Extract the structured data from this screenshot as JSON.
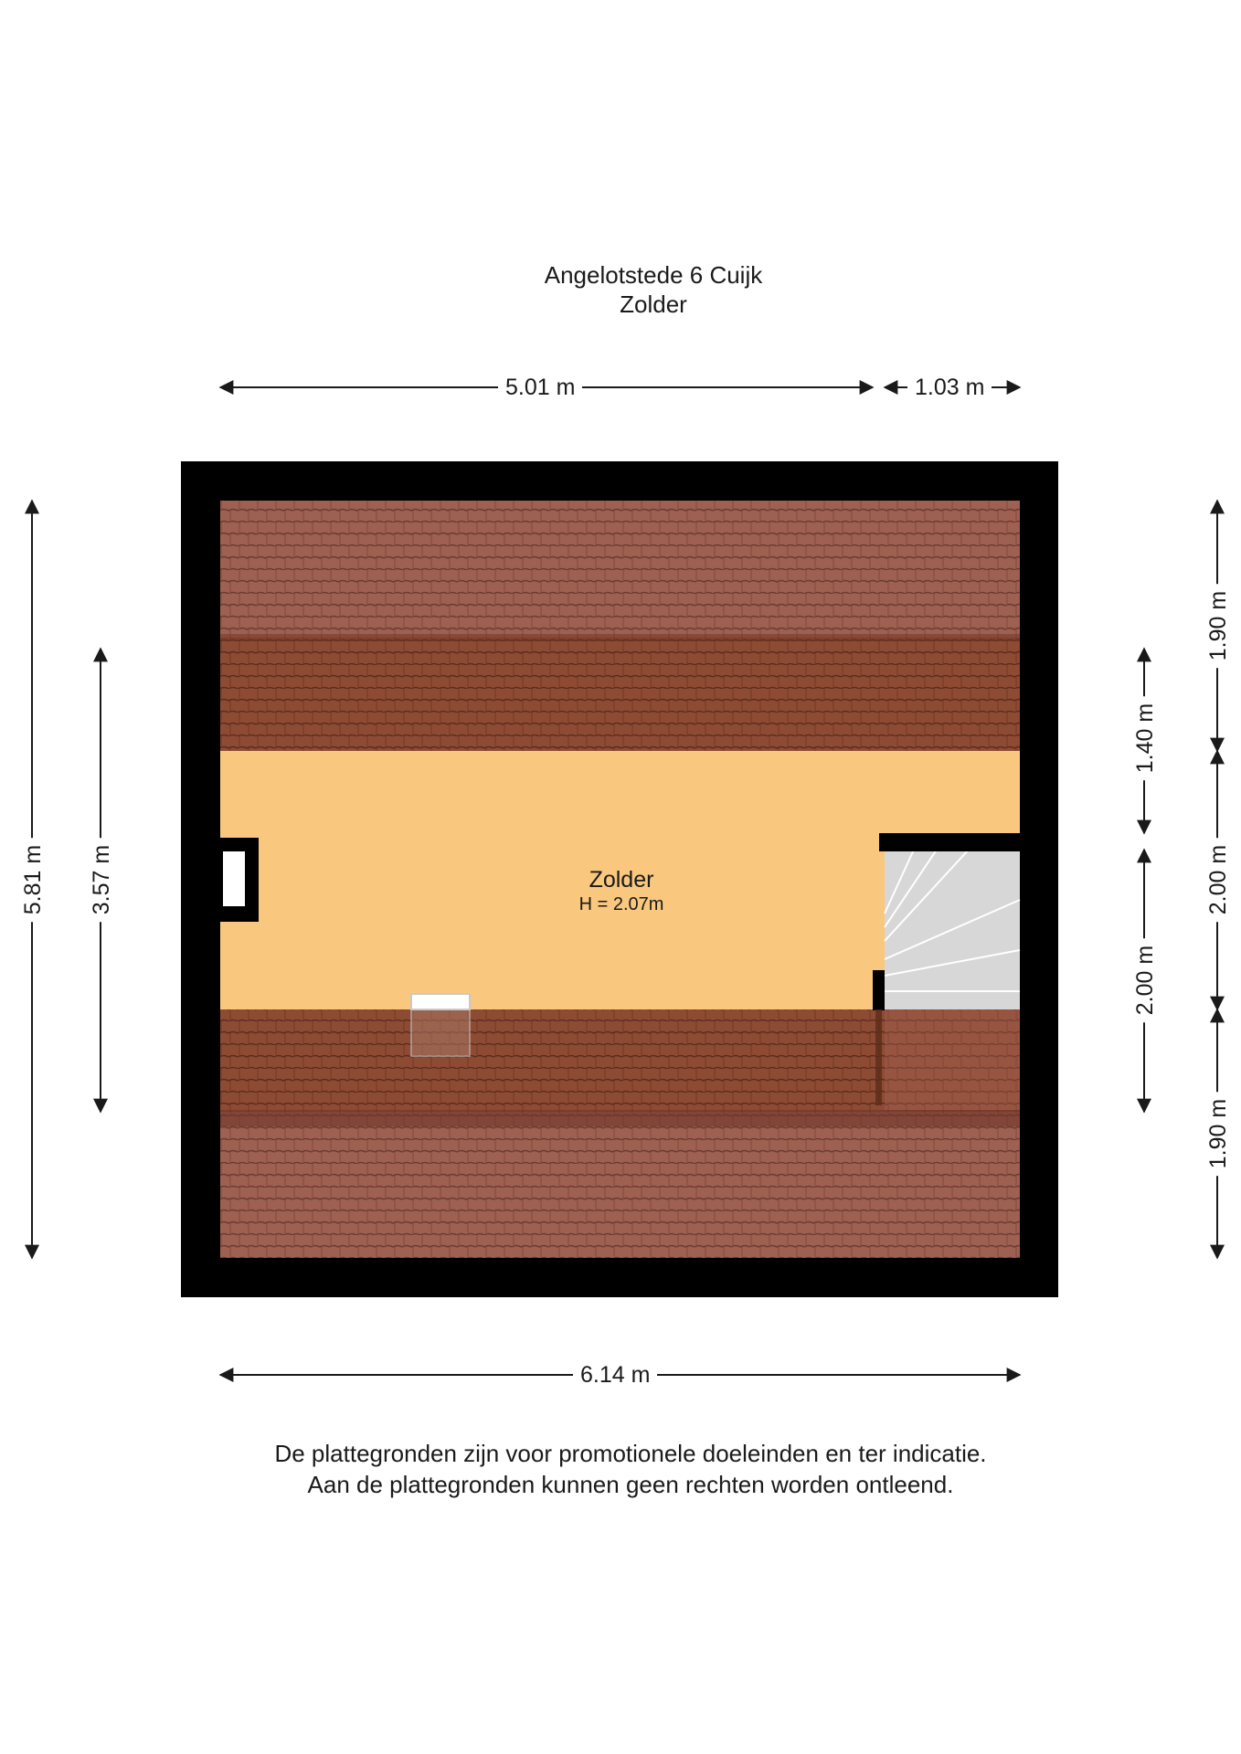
{
  "header": {
    "address": "Angelotstede 6 Cuijk",
    "floor": "Zolder"
  },
  "dimensions": {
    "top_main": "5.01 m",
    "top_side": "1.03 m",
    "bottom": "6.14 m",
    "left_outer": "5.81 m",
    "left_inner": "3.57 m",
    "right_outer_top": "1.90 m",
    "right_outer_mid": "2.00 m",
    "right_outer_bottom": "1.90 m",
    "right_inner_top": "1.40 m",
    "right_inner_bottom": "2.00 m"
  },
  "room": {
    "name": "Zolder",
    "height": "H = 2.07m"
  },
  "disclaimer": {
    "line1": "De plattegronden zijn voor promotionele doeleinden en ter indicatie.",
    "line2": "Aan de plattegronden kunnen geen rechten worden ontleend."
  },
  "colors": {
    "wall": "#000000",
    "floor": "#f9c87e",
    "roof_tile": "#9c5d4e",
    "roof_tile_dark": "#8a4a33",
    "stair": "#d7d7d7"
  }
}
